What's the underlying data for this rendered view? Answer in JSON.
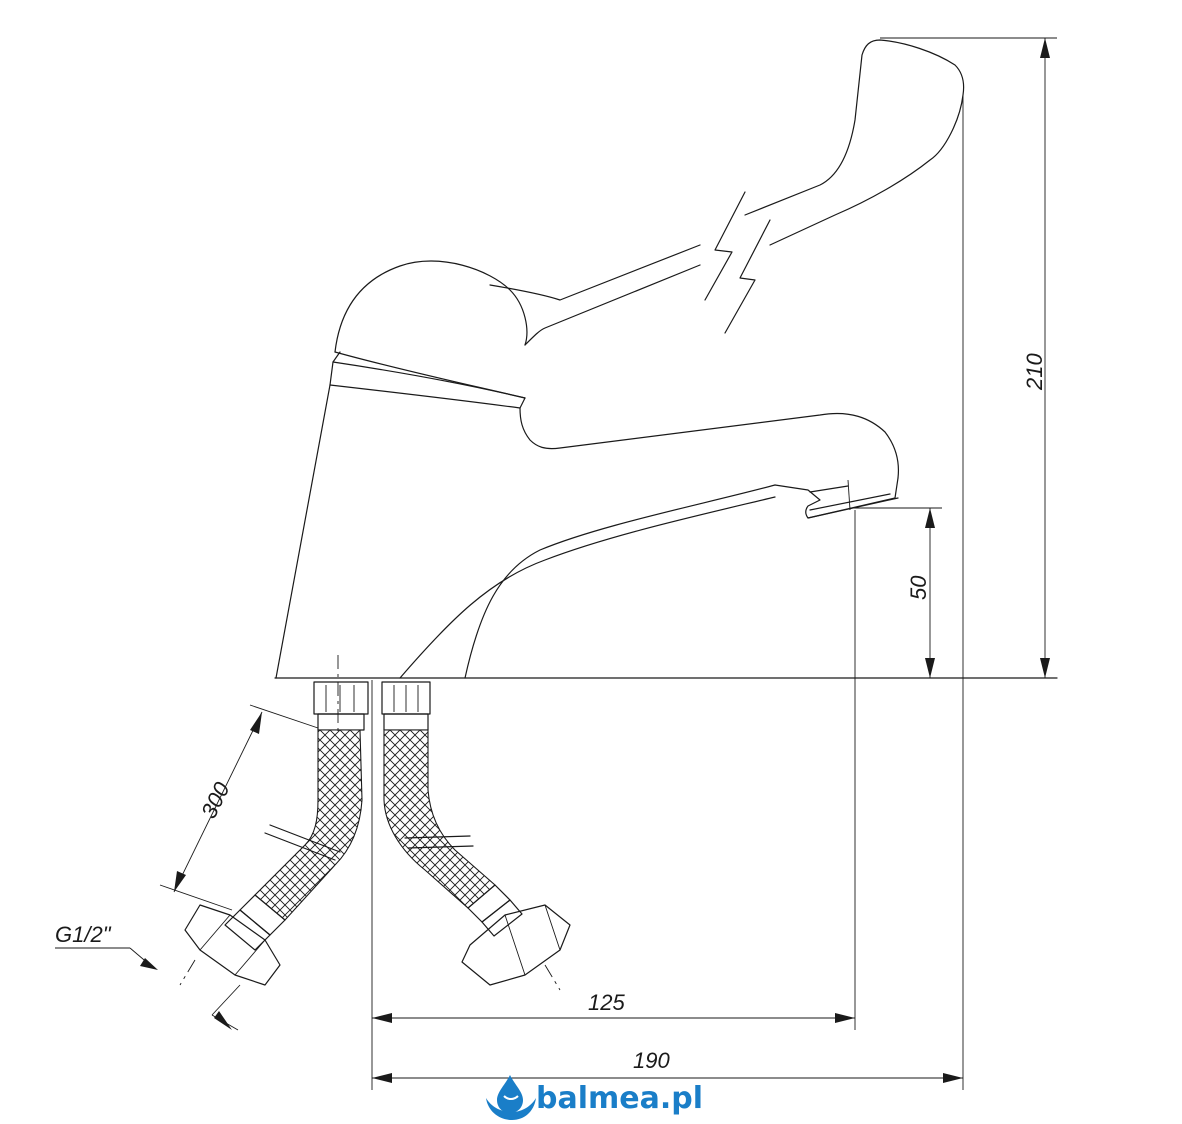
{
  "dimensions": {
    "height_total": "210",
    "spout_height": "50",
    "hose_length": "300",
    "thread": "G1/2\"",
    "spout_reach": "125",
    "depth_total": "190"
  },
  "brand": {
    "name": "balmea.pl",
    "color": "#1a7ec8"
  }
}
